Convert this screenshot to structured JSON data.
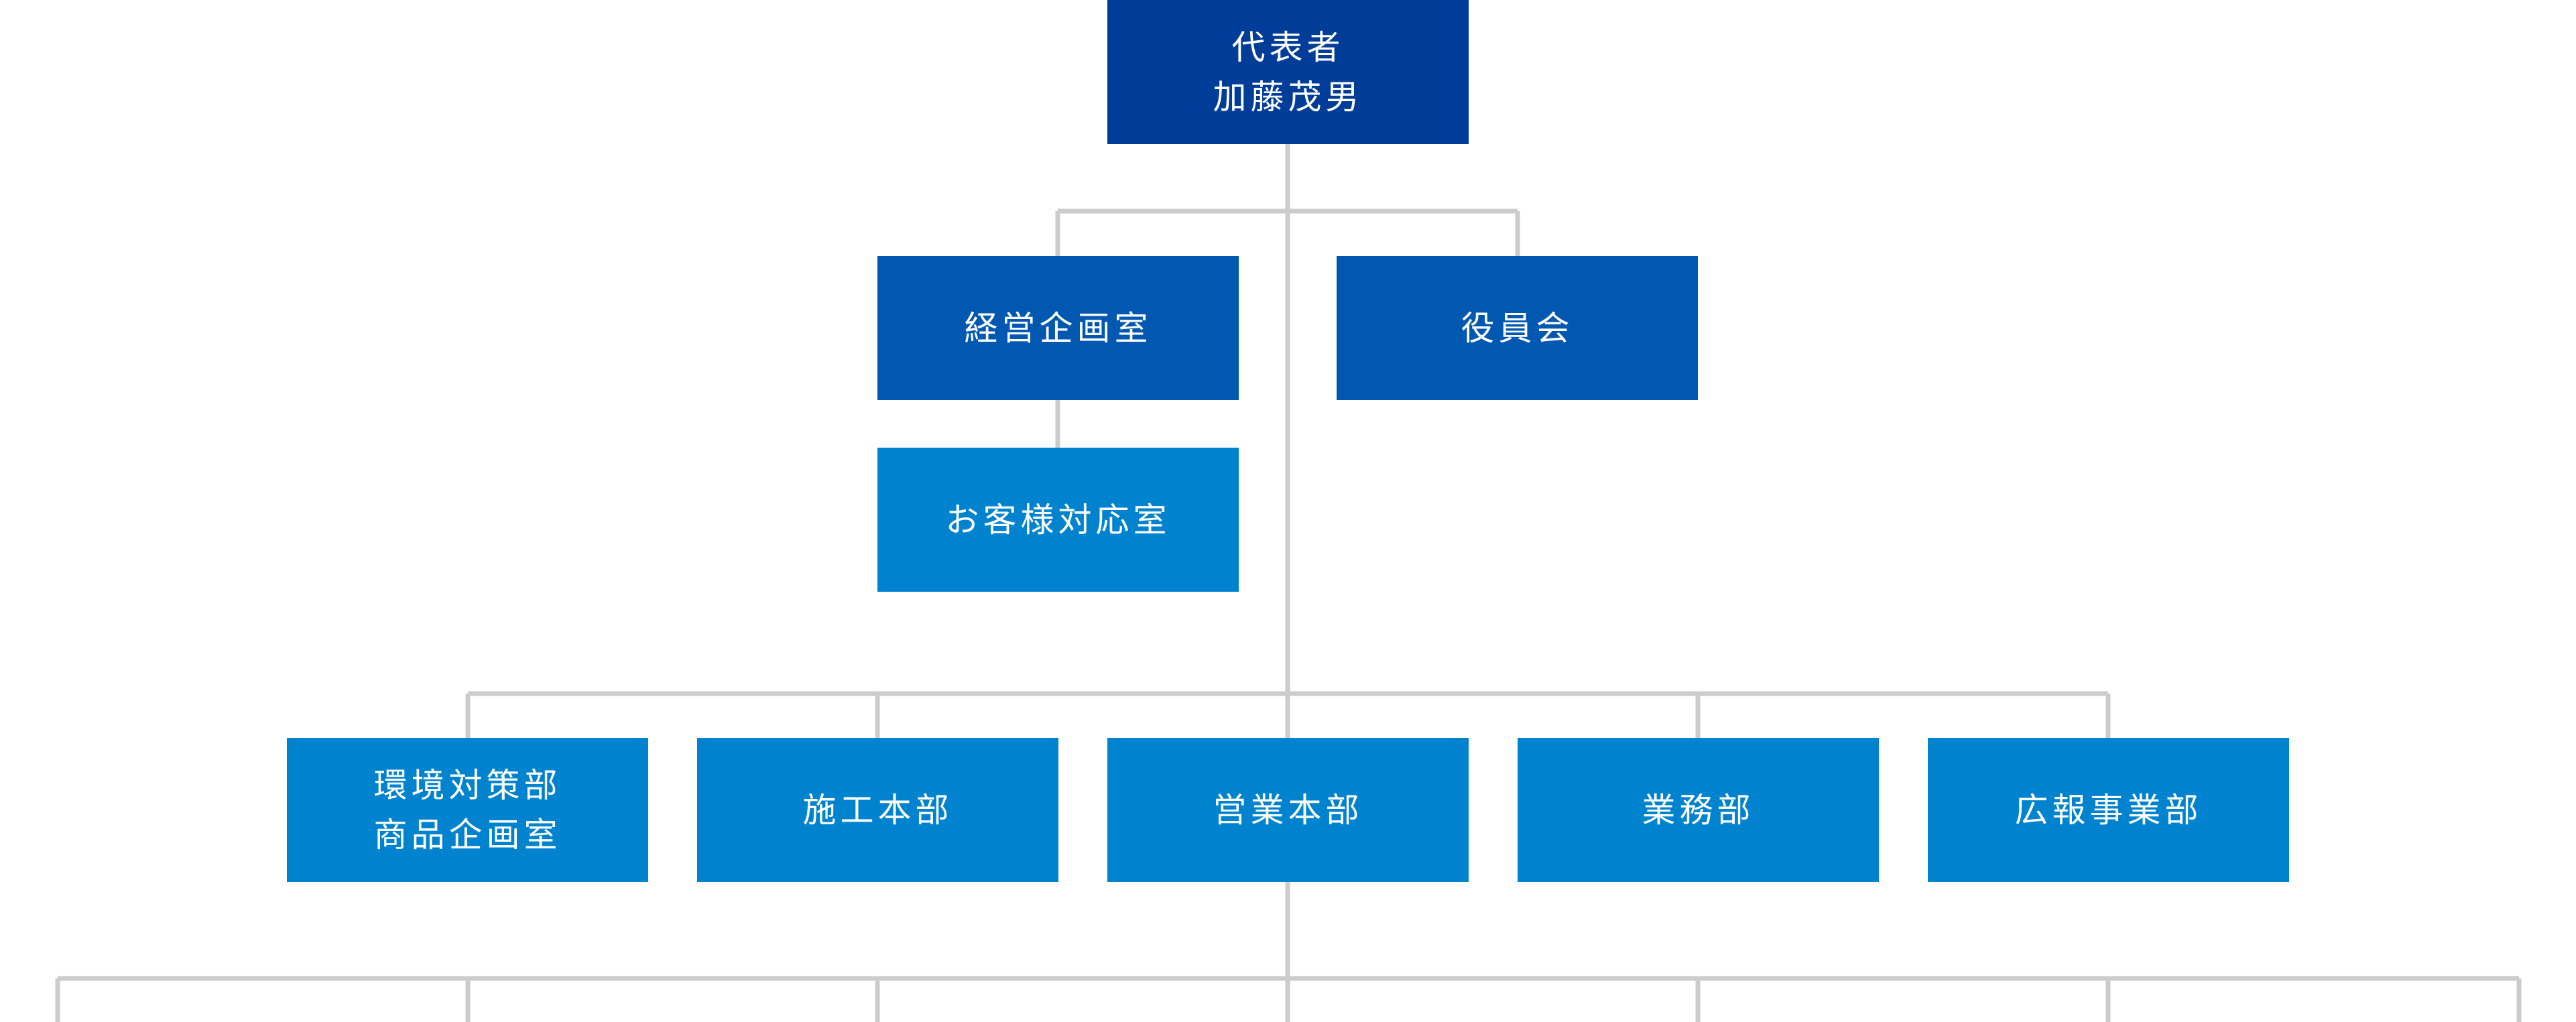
{
  "colors": {
    "top": "#003d99",
    "staff": "#0058b0",
    "division": "#0083cf",
    "connector": "#cccccc",
    "text": "#ffffff"
  },
  "representative": {
    "title": "代表者",
    "name": "加藤茂男"
  },
  "staff": [
    {
      "label": "経営企画室"
    },
    {
      "label": "役員会"
    }
  ],
  "sub_staff": [
    {
      "label": "お客様対応室"
    }
  ],
  "divisions": [
    {
      "line1": "環境対策部",
      "line2": "商品企画室"
    },
    {
      "line1": "施工本部"
    },
    {
      "line1": "営業本部"
    },
    {
      "line1": "業務部"
    },
    {
      "line1": "広報事業部"
    }
  ]
}
